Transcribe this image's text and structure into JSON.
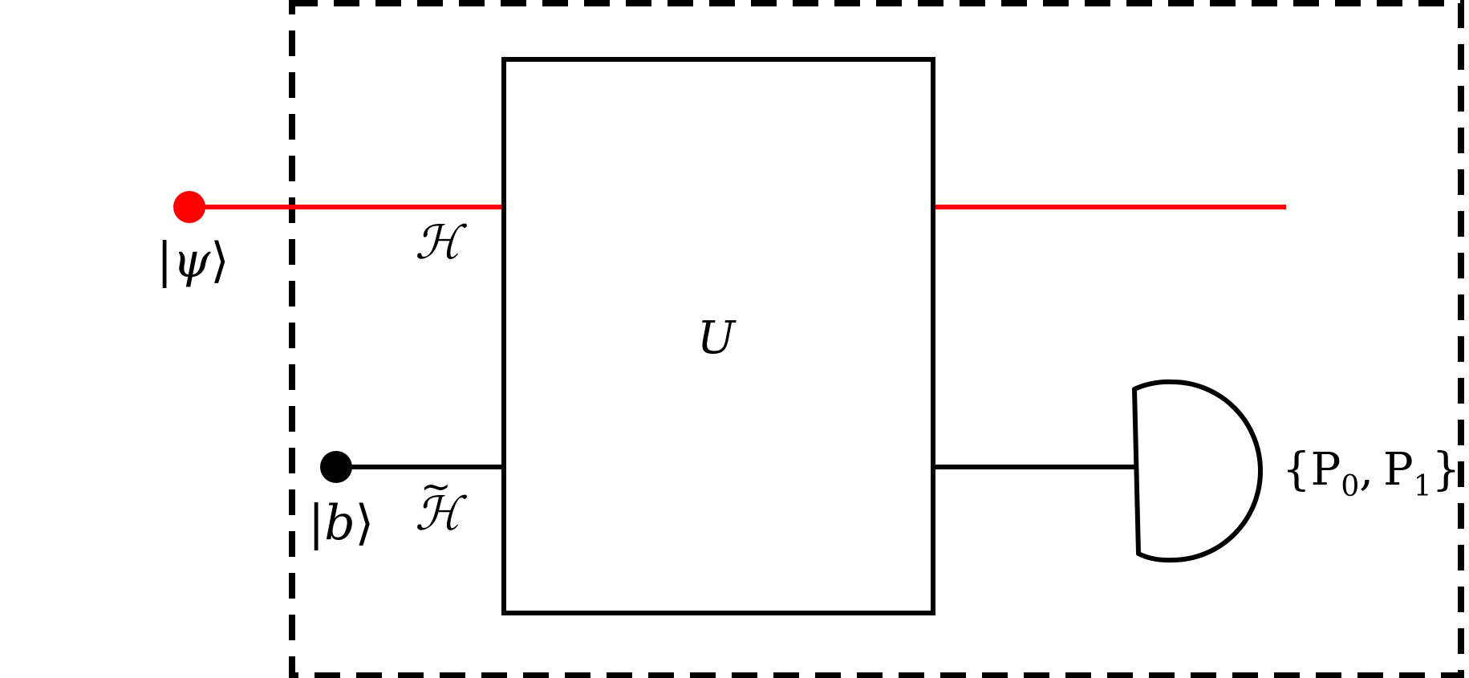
{
  "colors": {
    "background": "#ffffff",
    "input_wire": "#ff0000",
    "ancilla_wire": "#000000",
    "outline": "#000000"
  },
  "labels": {
    "input_state": {
      "bar": "|",
      "symbol": "ψ",
      "bracket": "⟩"
    },
    "ancilla_state": {
      "bar": "|",
      "symbol": "b",
      "bracket": "⟩"
    },
    "input_space": "ℋ",
    "ancilla_space": "ℋ",
    "ancilla_space_tilde": "~",
    "unitary": "U",
    "measurement": {
      "open": "{",
      "p0": "P",
      "p0_sub": "0",
      "sep": ",",
      "p1": "P",
      "p1_sub": "1",
      "close": "}"
    }
  }
}
